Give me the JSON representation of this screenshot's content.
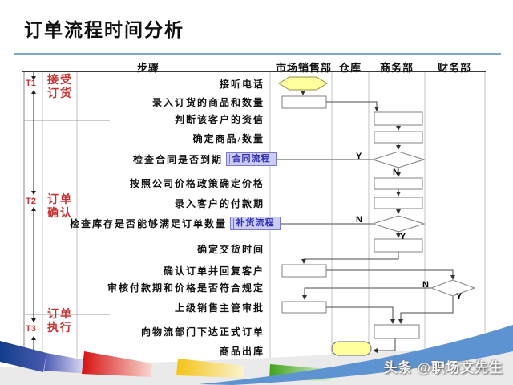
{
  "title": "订单流程时间分析",
  "watermark": "头条 @职场文先生",
  "table": {
    "step_header": "步骤",
    "departments": [
      "市场销售部",
      "仓库",
      "商务部",
      "财务部"
    ]
  },
  "phases": [
    {
      "marker": "T1",
      "name": "接受订货"
    },
    {
      "marker": "T2",
      "name": "订单确认"
    },
    {
      "marker": "T3",
      "name": "订单执行"
    }
  ],
  "steps": [
    {
      "label": "接听电话"
    },
    {
      "label": "录入订货的商品和数量"
    },
    {
      "label": "判断该客户的资信"
    },
    {
      "label": "确定商品/数量"
    },
    {
      "label": "检查合同是否到期"
    },
    {
      "label": "按照公司价格政策确定价格"
    },
    {
      "label": "录入客户的付款期"
    },
    {
      "label": "检查库存是否能够满足订单数量"
    },
    {
      "label": "确定交货时间"
    },
    {
      "label": "确认订单并回复客户"
    },
    {
      "label": "审核付款期和价格是否符合规定"
    },
    {
      "label": "上级销售主管审批"
    },
    {
      "label": "向物流部门下达正式订单"
    },
    {
      "label": "商品出库"
    }
  ],
  "subprocesses": [
    {
      "label": "合同流程"
    },
    {
      "label": "补货流程"
    }
  ],
  "branches": {
    "contract_yes": "Y",
    "contract_no": "N",
    "stock_no": "N",
    "stock_yes": "Y",
    "audit_no": "N",
    "audit_yes": "Y"
  },
  "colors": {
    "shape_yellow": "#FFFF9E",
    "subprocess_fill": "#CBCBF5",
    "phase_red": "#C83232",
    "swoosh_blue": "#5E93D1"
  }
}
